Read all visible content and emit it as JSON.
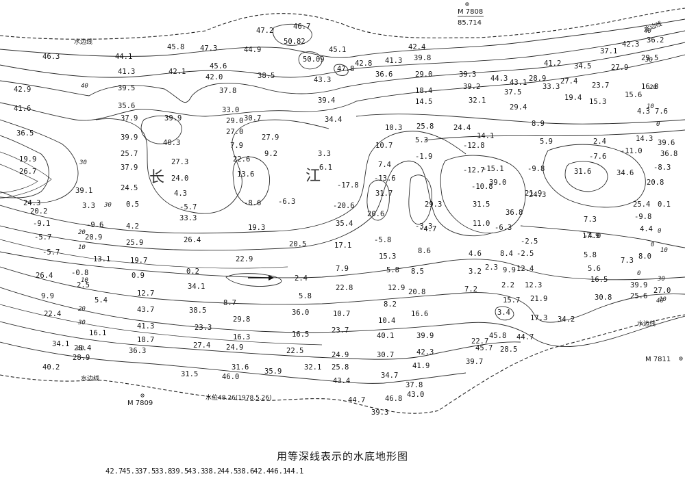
{
  "caption": "用等深线表示的水底地形图",
  "river_name_chars": [
    "长",
    "江"
  ],
  "shoreline_label": "水边线",
  "water_level_label": "水位48.26(1978.5.26)",
  "markers": [
    {
      "name": "M7808",
      "label": "M 7808",
      "value": "85.714"
    },
    {
      "name": "M7809",
      "label": "M 7809"
    },
    {
      "name": "M7811",
      "label": "M 7811"
    }
  ],
  "contour_labels": [
    "40",
    "30",
    "30",
    "20",
    "10",
    "10",
    "20",
    "30",
    "40",
    "40",
    "30",
    "20",
    "10",
    "0",
    "0",
    "10",
    "30",
    "40",
    "10",
    "0",
    "0"
  ],
  "depths": [
    "46.3",
    "44.1",
    "45.8",
    "47.3",
    "47.2",
    "46.7",
    "50.82",
    "44.9",
    "45.1",
    "50.09",
    "47.8",
    "42.8",
    "41.3",
    "42.4",
    "39.8",
    "42.9",
    "41.3",
    "42.1",
    "45.6",
    "38.5",
    "43.3",
    "36.6",
    "29.0",
    "39.3",
    "44.3",
    "43.1",
    "41.2",
    "34.5",
    "37.1",
    "42.3",
    "36.2",
    "29.5",
    "27.9",
    "41.6",
    "39.5",
    "35.6",
    "42.0",
    "37.8",
    "33.0",
    "39.4",
    "18.4",
    "39.2",
    "37.5",
    "28.9",
    "33.3",
    "27.4",
    "23.7",
    "16.8",
    "15.6",
    "36.5",
    "37.9",
    "39.9",
    "29.0",
    "30.7",
    "34.4",
    "14.5",
    "32.1",
    "29.4",
    "19.4",
    "15.3",
    "7.6",
    "4.3",
    "19.9",
    "39.9",
    "40.3",
    "27.0",
    "27.9",
    "10.3",
    "25.8",
    "24.4",
    "14.1",
    "8.9",
    "5.9",
    "2.4",
    "14.3",
    "39.6",
    "36.8",
    "26.7",
    "25.7",
    "27.3",
    "7.9",
    "9.2",
    "3.3",
    "10.7",
    "5.3",
    "-12.8",
    "-11.0",
    "-7.6",
    "-8.3",
    "39.1",
    "37.9",
    "24.0",
    "22.6",
    "6.1",
    "7.4",
    "-1.9",
    "-12.7",
    "-15.1",
    "-9.8",
    "31.6",
    "34.6",
    "20.8",
    "24.3",
    "24.5",
    "4.3",
    "13.6",
    "-17.8",
    "-13.6",
    "-10.8",
    "39.0",
    "21.9",
    "20.2",
    "3.3",
    "0.5",
    "-5.7",
    "-8.6",
    "-6.3",
    "-20.6",
    "31.7",
    "29.3",
    "31.5",
    "36.8",
    "24.3",
    "25.4",
    "0.1",
    "-9.1",
    "-9.6",
    "4.2",
    "33.3",
    "35.4",
    "20.6",
    "-3.3",
    "11.0",
    "-6.3",
    "7.3",
    "-9.8",
    "-5.7",
    "20.9",
    "25.9",
    "26.4",
    "19.3",
    "20.5",
    "17.1",
    "-5.8",
    "-4.7",
    "-4.0",
    "4.4",
    "-5.7",
    "13.1",
    "19.7",
    "22.9",
    "15.3",
    "8.6",
    "4.6",
    "8.4",
    "-2.5",
    "-2.5",
    "17.9",
    "-0.8",
    "0.9",
    "0.2",
    "7.9",
    "5.8",
    "2.3",
    "9.9",
    "12.4",
    "5.8",
    "7.3",
    "8.0",
    "26.4",
    "2.5",
    "2.4",
    "8.5",
    "3.2",
    "5.6",
    "9.9",
    "12.7",
    "34.1",
    "22.8",
    "12.9",
    "20.8",
    "7.2",
    "2.2",
    "12.3",
    "16.5",
    "39.9",
    "27.0",
    "5.4",
    "8.7",
    "5.8",
    "8.2",
    "15.7",
    "21.9",
    "25.6",
    "22.4",
    "43.7",
    "38.5",
    "36.0",
    "10.7",
    "16.6",
    "3.4",
    "17.3",
    "34.2",
    "30.8",
    "41.3",
    "29.8",
    "10.4",
    "23.3",
    "16.3",
    "16.5",
    "23.7",
    "40.1",
    "39.9",
    "45.8",
    "44.7",
    "16.1",
    "18.7",
    "22.7",
    "34.1",
    "28.4",
    "27.4",
    "24.9",
    "22.5",
    "24.9",
    "30.7",
    "42.3",
    "45.7",
    "28.5",
    "28.9",
    "36.3",
    "39.7",
    "40.2",
    "31.5",
    "31.6",
    "35.9",
    "32.1",
    "25.8",
    "34.7",
    "41.9",
    "46.0",
    "43.4",
    "37.8",
    "44.7",
    "46.8",
    "43.0",
    "39.3",
    "42.7",
    "45.3",
    "37.5",
    "33.8",
    "39.5",
    "43.3",
    "38.2",
    "44.5",
    "38.6",
    "42.4",
    "46.1",
    "44.1"
  ]
}
